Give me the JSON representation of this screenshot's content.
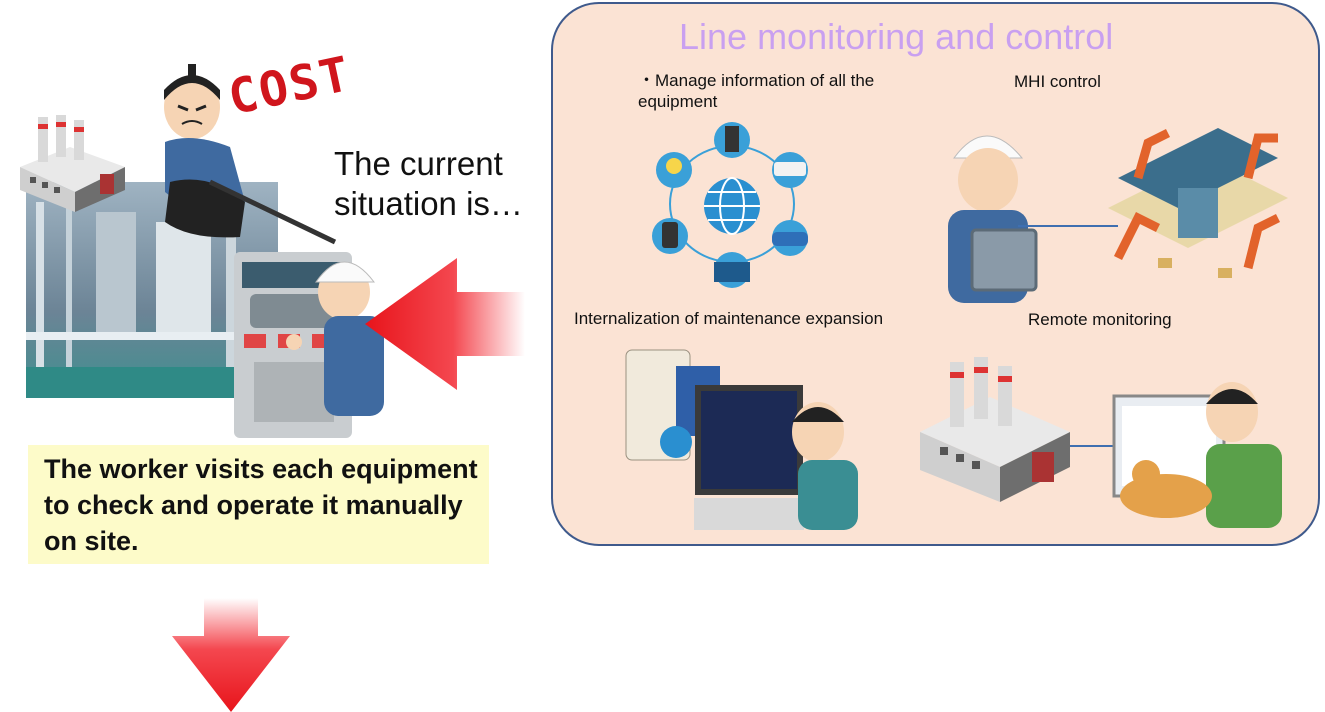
{
  "panel": {
    "title": "Line monitoring and control",
    "labels": {
      "manage_info": "・Manage information of all the equipment",
      "mhi_control": "MHI control",
      "internalization": "Internalization of maintenance expansion",
      "remote_monitoring": "Remote monitoring"
    }
  },
  "current_situation": "The current situation is…",
  "cost_stamp": "COST",
  "worker_note": "The worker visits each equipment to check and operate it manually on site.",
  "colors": {
    "panel_fill": "#fbe3d4",
    "panel_border": "#3f5a8c",
    "title": "#c9a0f0",
    "note_fill": "#fdfbc9",
    "arrow": "#e8141b",
    "cost": "#d0151c"
  },
  "icons": [
    "factory-icon",
    "samurai-icon",
    "worker-icon",
    "network-icon",
    "tablet-worker-icon",
    "robot-line-icon",
    "computer-operator-icon",
    "remote-worker-icon"
  ]
}
